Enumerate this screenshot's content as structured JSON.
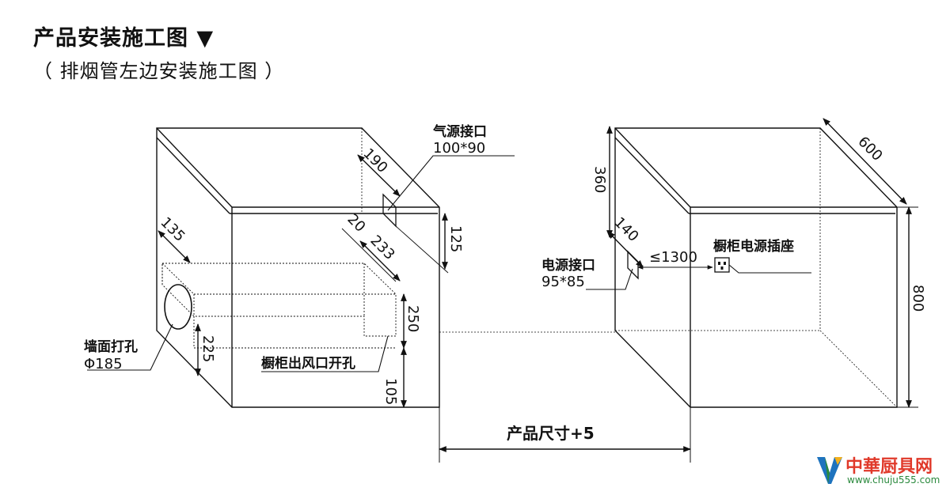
{
  "header": {
    "title": "产品安装施工图 ▼",
    "subtitle": "（ 排烟管左边安装施工图 ）"
  },
  "labels": {
    "gas_title": "气源接口",
    "gas_size": "100*90",
    "power_title": "电源接口",
    "power_size": "95*85",
    "socket": "橱柜电源插座",
    "wall_hole_title": "墙面打孔",
    "wall_hole_size": "Φ185",
    "outlet": "橱柜出风口开孔",
    "width": "产品尺寸+5",
    "max_distance": "≤1300"
  },
  "dimensions": {
    "d190": "190",
    "d125": "125",
    "d20": "20",
    "d233": "233",
    "d250": "250",
    "d105": "105",
    "d135": "135",
    "d225": "225",
    "d360": "360",
    "d140": "140",
    "d600": "600",
    "d800": "800"
  },
  "watermark": {
    "brand": "中華厨具网",
    "url": "www.chuju555.com"
  },
  "colors": {
    "line": "#111111",
    "brand_red": "#e0392a",
    "brand_green": "#2b8a3e",
    "brand_blue": "#1e73be",
    "brand_yellow": "#f2b01e"
  }
}
